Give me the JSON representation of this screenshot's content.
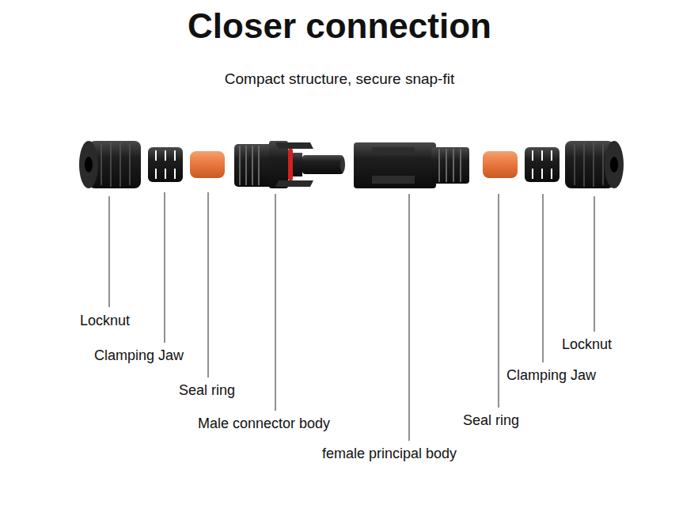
{
  "diagram": {
    "title": "Closer connection",
    "labels": [
      "Compact structure, secure snap-fit",
      "Locknut",
      "Clamping Jaw",
      "Seal ring",
      "Male connector body",
      "female principal body",
      "Seal ring",
      "Clamping Jaw",
      "Locknut"
    ]
  }
}
